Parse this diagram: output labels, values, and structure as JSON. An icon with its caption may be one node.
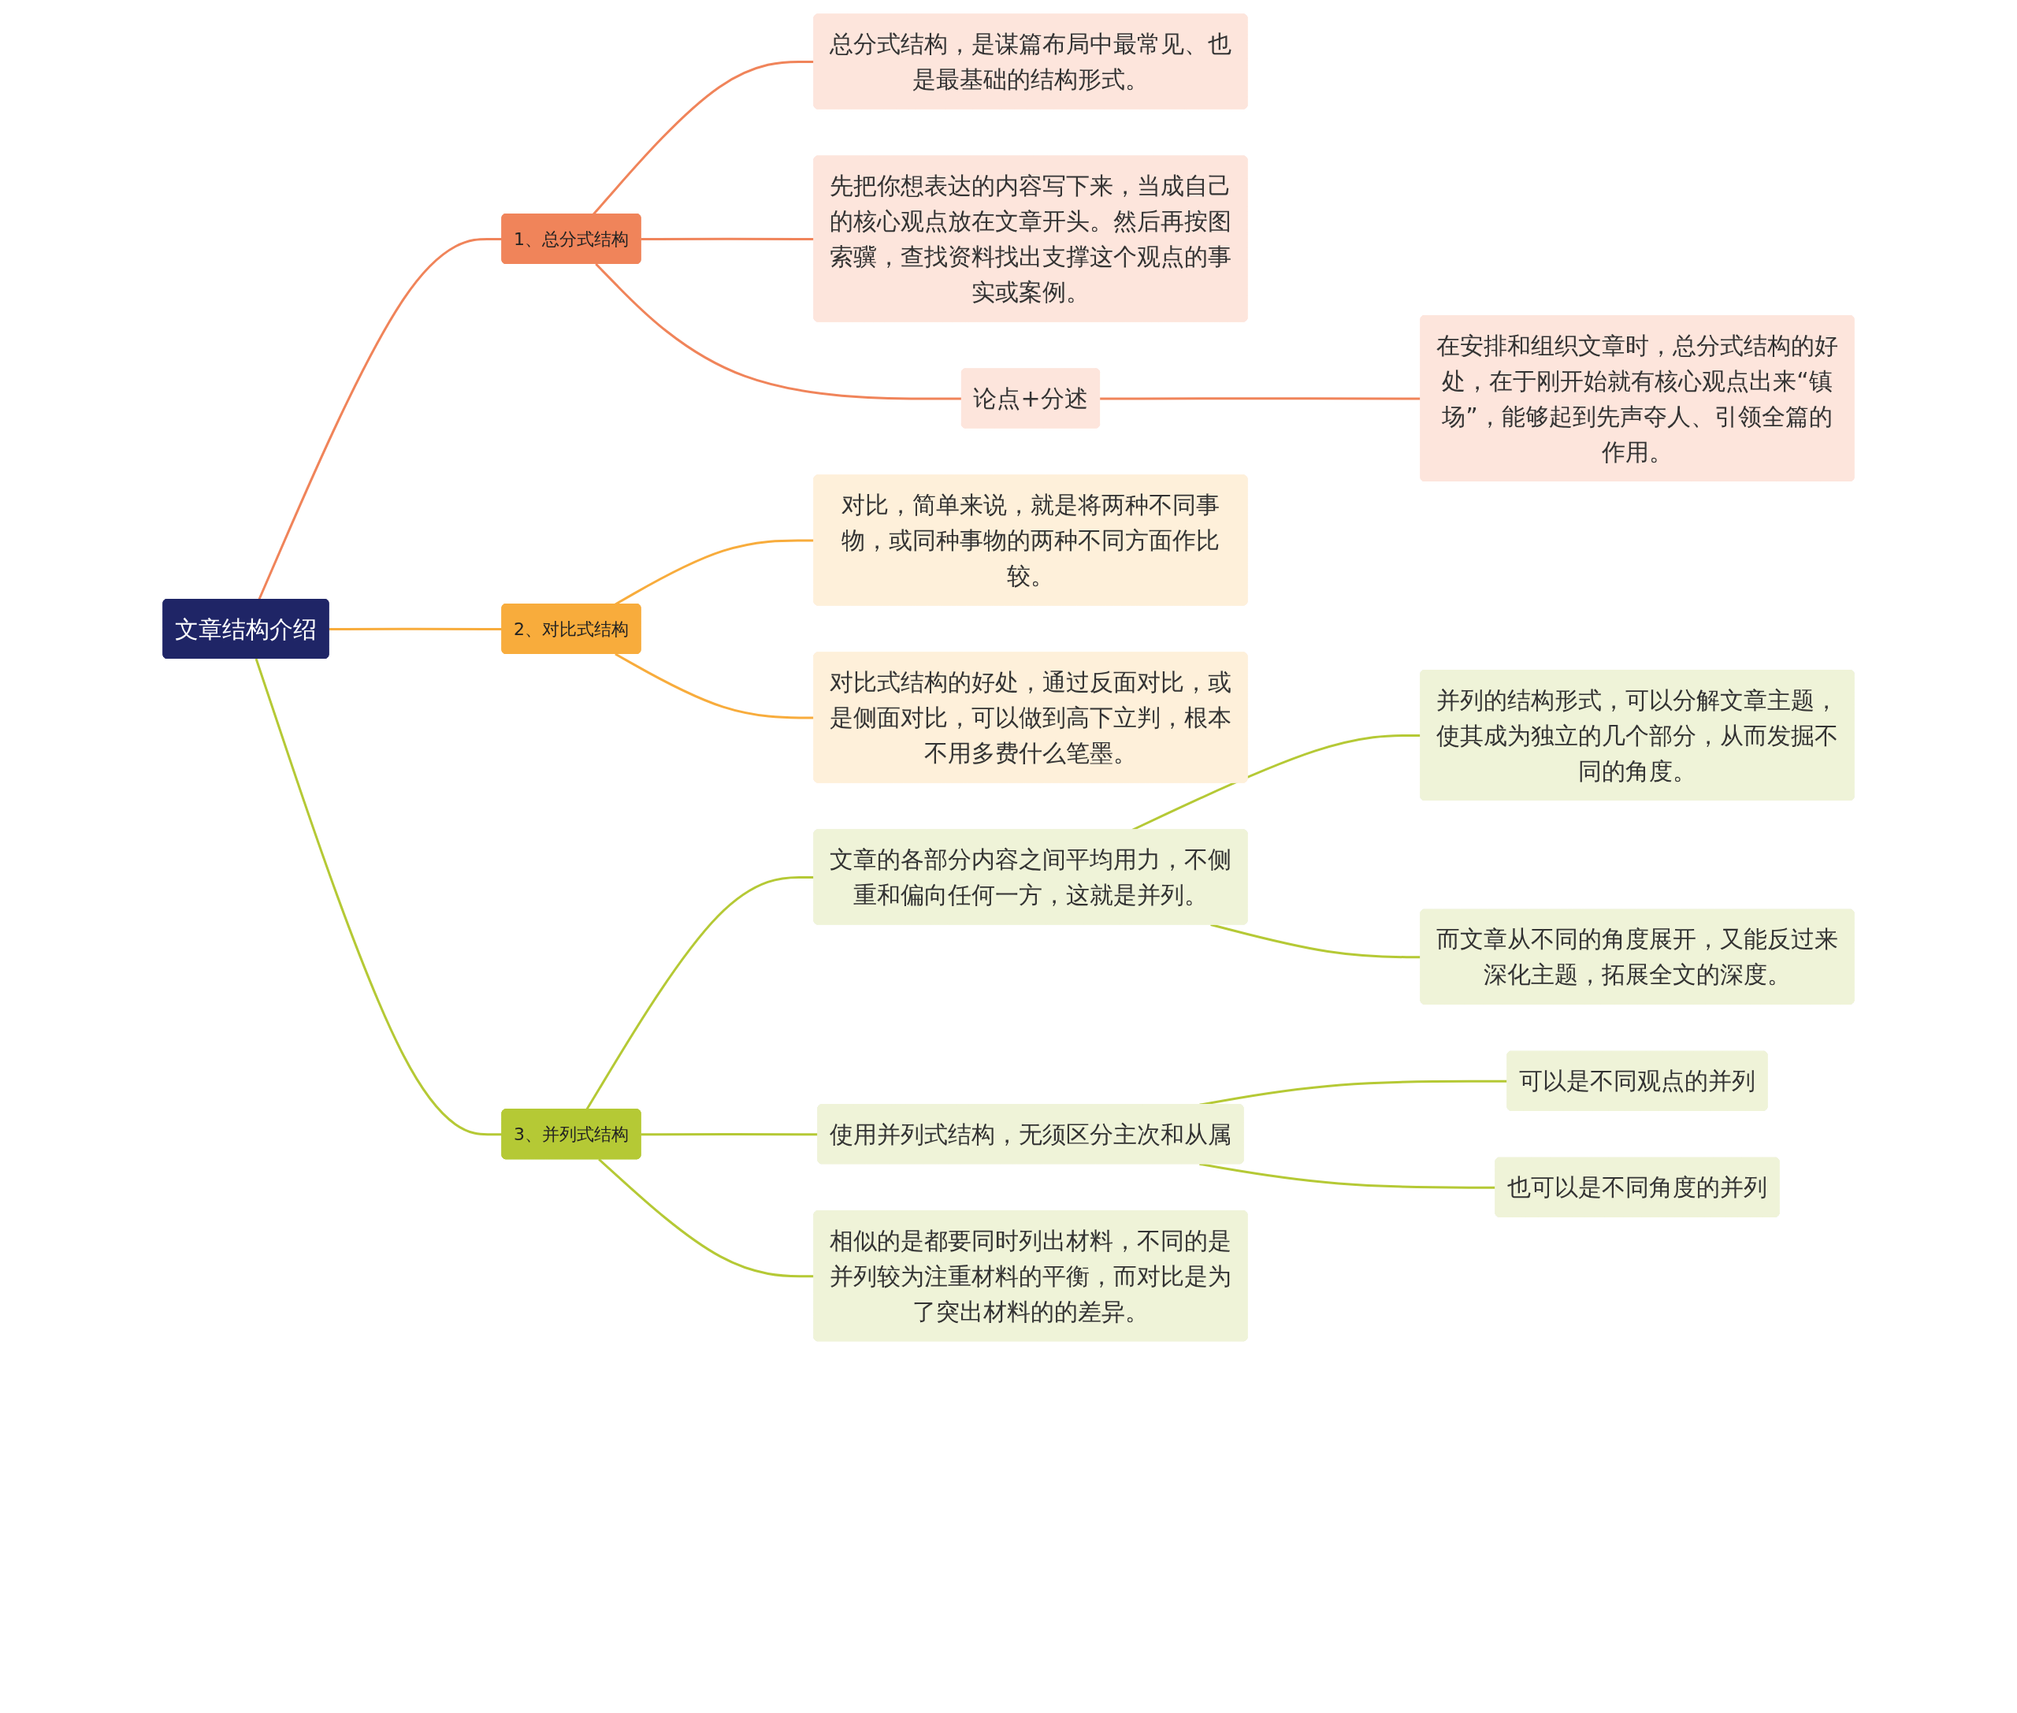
{
  "diagram": {
    "nodes": [
      {
        "text": [
          "文章结构介绍"
        ]
      },
      {
        "text": [
          "1、总分式结构"
        ]
      },
      {
        "text": [
          "总分式结构，是谋篇布局中最常见、也是最基础的结构形式。"
        ]
      },
      {
        "text": [
          "先把你想表达的内容写下来，当成自己的核心观点放在文章开头。然后再按图索骥，查找资料找出支撑这个观点的事实或案例。"
        ]
      },
      {
        "text": [
          "论点+分述"
        ]
      },
      {
        "text": [
          "在安排和组织文章时，总分式结构的好处，在于刚开始就有核心观点出来“镇场”，能够起到先声夺人、引领全篇的作用。"
        ]
      },
      {
        "text": [
          "2、对比式结构"
        ]
      },
      {
        "text": [
          "对比，简单来说，就是将两种不同事物，或同种事物的两种不同方面作比较。"
        ]
      },
      {
        "text": [
          "对比式结构的好处，通过反面对比，或是侧面对比，可以做到高下立判，根本不用多费什么笔墨。"
        ]
      },
      {
        "text": [
          "3、并列式结构"
        ]
      },
      {
        "text": [
          "文章的各部分内容之间平均用力，不侧重和偏向任何一方，这就是并列。"
        ]
      },
      {
        "text": [
          "并列的结构形式，可以分解文章主题，使其成为独立的几个部分，从而发掘不同的角度。"
        ]
      },
      {
        "text": [
          "而文章从不同的角度展开，又能反过来深化主题，拓展全文的深度。"
        ]
      },
      {
        "text": [
          "使用并列式结构，无须区分主次和从属"
        ]
      },
      {
        "text": [
          "可以是不同观点的并列"
        ]
      },
      {
        "text": [
          "也可以是不同角度的并列"
        ]
      },
      {
        "text": [
          "相似的是都要同时列出材料，不同的是并列较为注重材料的平衡，而对比是为了突出材料的的差异。"
        ]
      }
    ],
    "edges": [
      {
        "from": 0,
        "to": 1,
        "arrow": "none",
        "color": "#f0845a"
      },
      {
        "from": 1,
        "to": 2,
        "arrow": "none",
        "color": "#f0845a"
      },
      {
        "from": 1,
        "to": 3,
        "arrow": "none",
        "color": "#f0845a"
      },
      {
        "from": 1,
        "to": 4,
        "arrow": "none",
        "color": "#f0845a"
      },
      {
        "from": 4,
        "to": 5,
        "arrow": "none",
        "color": "#f0845a"
      },
      {
        "from": 0,
        "to": 6,
        "arrow": "none",
        "color": "#f8ac3c"
      },
      {
        "from": 6,
        "to": 7,
        "arrow": "none",
        "color": "#f8ac3c"
      },
      {
        "from": 6,
        "to": 8,
        "arrow": "none",
        "color": "#f8ac3c"
      },
      {
        "from": 0,
        "to": 9,
        "arrow": "none",
        "color": "#b5c935"
      },
      {
        "from": 9,
        "to": 10,
        "arrow": "none",
        "color": "#b5c935"
      },
      {
        "from": 10,
        "to": 11,
        "arrow": "none",
        "color": "#b5c935"
      },
      {
        "from": 10,
        "to": 12,
        "arrow": "none",
        "color": "#b5c935"
      },
      {
        "from": 9,
        "to": 13,
        "arrow": "none",
        "color": "#b5c935"
      },
      {
        "from": 13,
        "to": 14,
        "arrow": "none",
        "color": "#b5c935"
      },
      {
        "from": 13,
        "to": 15,
        "arrow": "none",
        "color": "#b5c935"
      },
      {
        "from": 9,
        "to": 16,
        "arrow": "none",
        "color": "#b5c935"
      }
    ]
  }
}
